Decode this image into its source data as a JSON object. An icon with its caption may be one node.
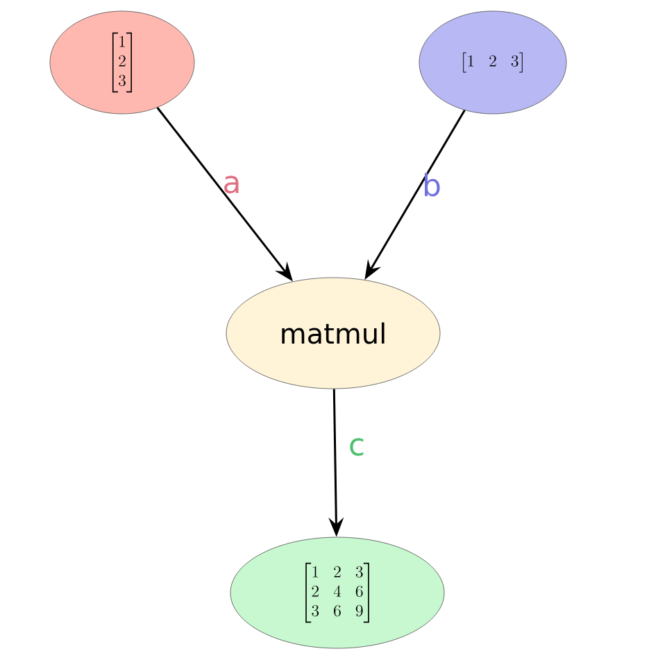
{
  "diagram": {
    "nodes": [
      {
        "text": [
          "\\begin{bmatrix}1\\\\2\\\\3\\end{bmatrix}"
        ]
      },
      {
        "text": [
          "\\begin{bmatrix}1&2&3\\end{bmatrix}"
        ]
      },
      {
        "text": [
          "matmul"
        ]
      },
      {
        "text": [
          "\\begin{bmatrix}1&2&3\\\\2&4&6\\\\3&6&9\\end{bmatrix}"
        ]
      }
    ],
    "edges": [
      {
        "from": 0,
        "to": 2,
        "arrow": "to",
        "label": "a"
      },
      {
        "from": 1,
        "to": 2,
        "arrow": "to",
        "label": "b"
      },
      {
        "from": 2,
        "to": 3,
        "arrow": "to",
        "label": "c"
      }
    ]
  }
}
